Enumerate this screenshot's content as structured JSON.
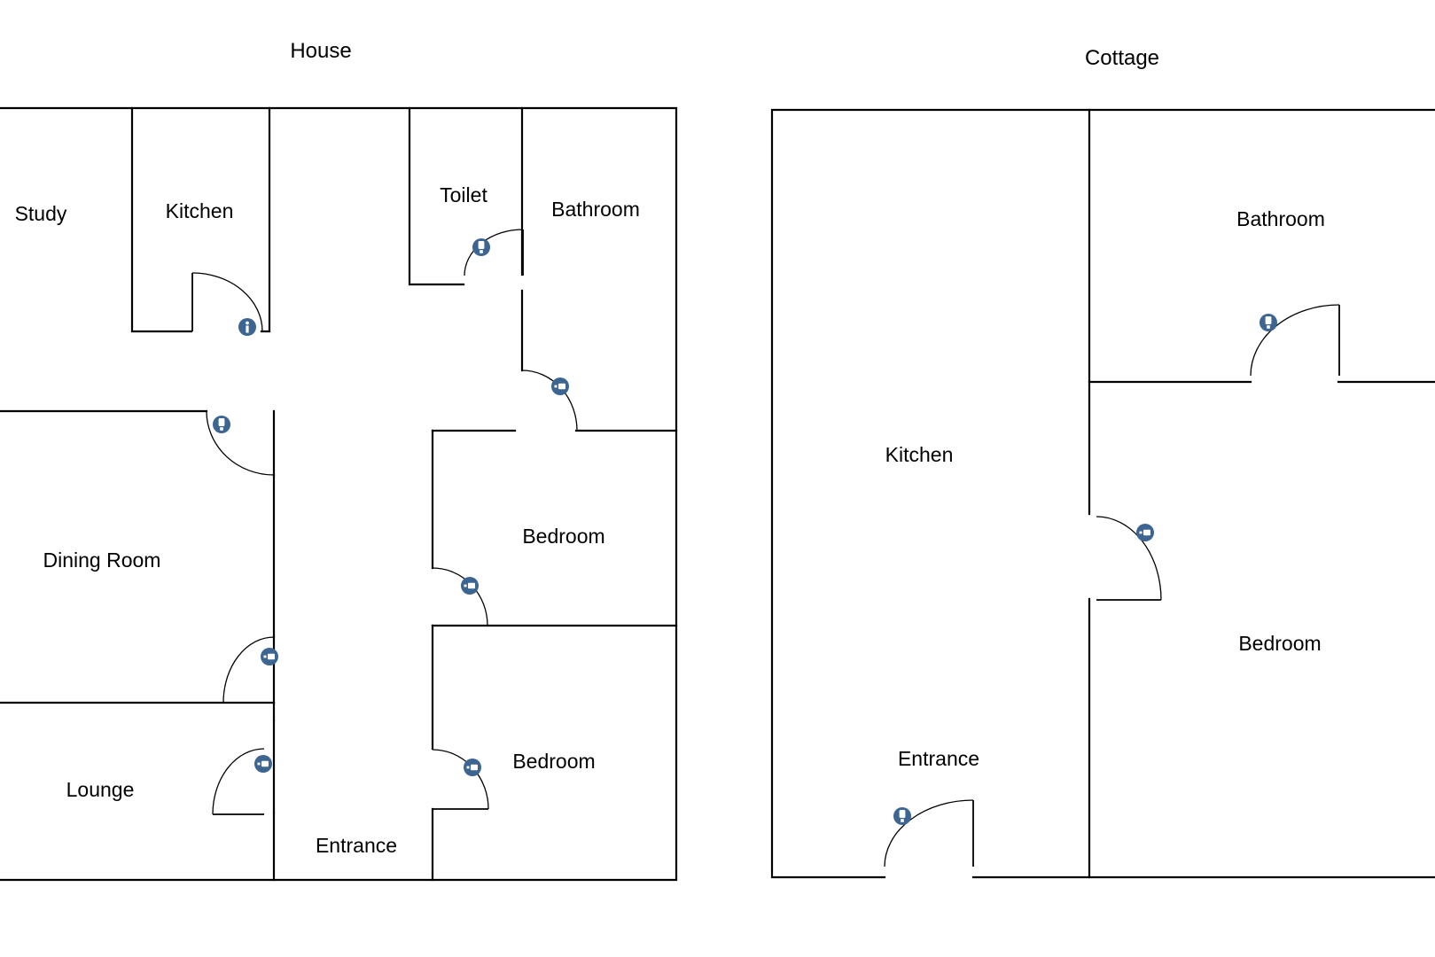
{
  "house": {
    "title": "House",
    "rooms": {
      "study": "Study",
      "kitchen": "Kitchen",
      "toilet": "Toilet",
      "bathroom": "Bathroom",
      "dining_room": "Dining Room",
      "bedroom_upper": "Bedroom",
      "bedroom_lower": "Bedroom",
      "lounge": "Lounge",
      "entrance": "Entrance"
    }
  },
  "cottage": {
    "title": "Cottage",
    "rooms": {
      "kitchen": "Kitchen",
      "bathroom": "Bathroom",
      "bedroom": "Bedroom",
      "entrance": "Entrance"
    }
  },
  "sensor_types": {
    "info": "info-sensor-icon",
    "alert": "alert-sensor-icon",
    "contact": "contact-sensor-icon"
  },
  "colors": {
    "sensor": "#3d6592",
    "wall": "#000000"
  }
}
